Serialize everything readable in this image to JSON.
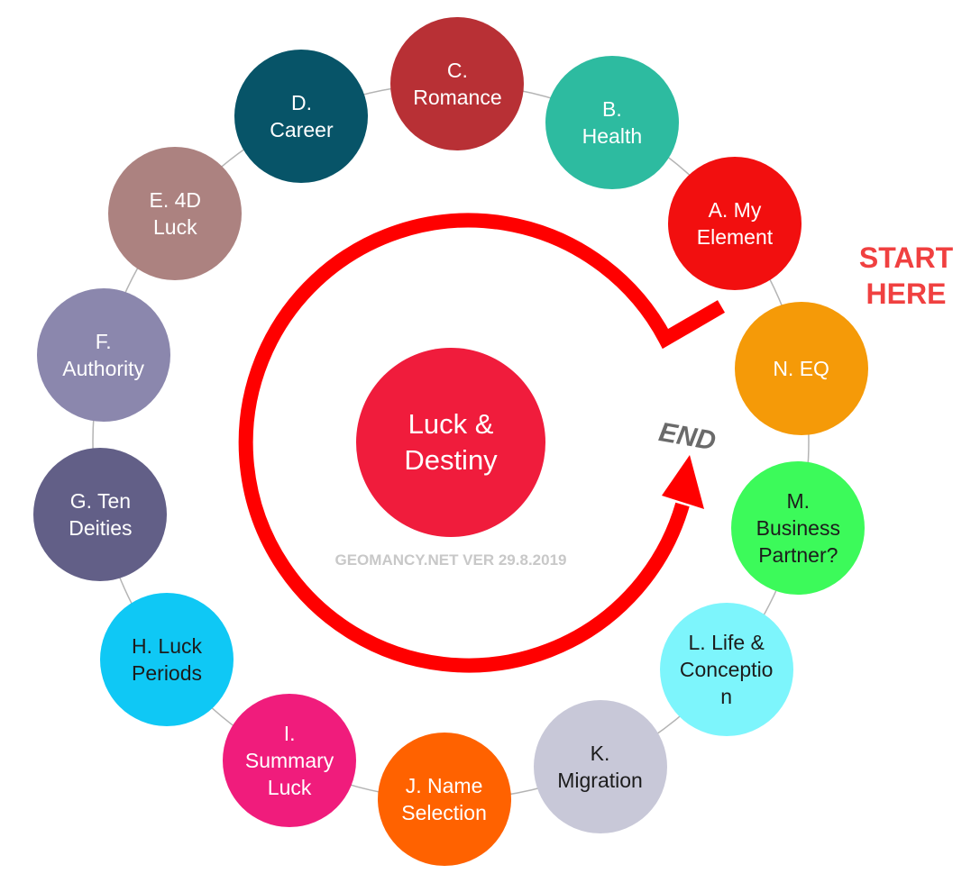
{
  "center": {
    "label": "Luck &\nDestiny",
    "color": "#f01c3c"
  },
  "nodes": [
    {
      "id": "a",
      "label": "A. My\nElement",
      "color": "#f20f0f"
    },
    {
      "id": "b",
      "label": "B.\nHealth",
      "color": "#2dbba0"
    },
    {
      "id": "c",
      "label": "C.\nRomance",
      "color": "#b83035"
    },
    {
      "id": "d",
      "label": "D.\nCareer",
      "color": "#075468"
    },
    {
      "id": "e",
      "label": "E. 4D\nLuck",
      "color": "#ac8280"
    },
    {
      "id": "f",
      "label": "F.\nAuthority",
      "color": "#8b87ad"
    },
    {
      "id": "g",
      "label": "G. Ten\nDeities",
      "color": "#625f87"
    },
    {
      "id": "h",
      "label": "H. Luck\nPeriods",
      "color": "#0fc8f5",
      "dark": true
    },
    {
      "id": "i",
      "label": "I.\nSummary\nLuck",
      "color": "#f01c7c"
    },
    {
      "id": "j",
      "label": "J. Name\nSelection",
      "color": "#ff6200"
    },
    {
      "id": "k",
      "label": "K.\nMigration",
      "color": "#c8c8d8",
      "dark": true
    },
    {
      "id": "l",
      "label": "L. Life &\nConceptio\nn",
      "color": "#7df5fc",
      "dark": true
    },
    {
      "id": "m",
      "label": "M.\nBusiness\nPartner?",
      "color": "#3cfa5a",
      "dark": true
    },
    {
      "id": "n",
      "label": "N. EQ",
      "color": "#f59a08"
    }
  ],
  "start_label": "START\nHERE",
  "end_label": "END",
  "version": "GEOMANCY.NET VER 29.8.2019",
  "colors": {
    "arrow": "#ff0000",
    "ring": "#b4b4b4"
  }
}
